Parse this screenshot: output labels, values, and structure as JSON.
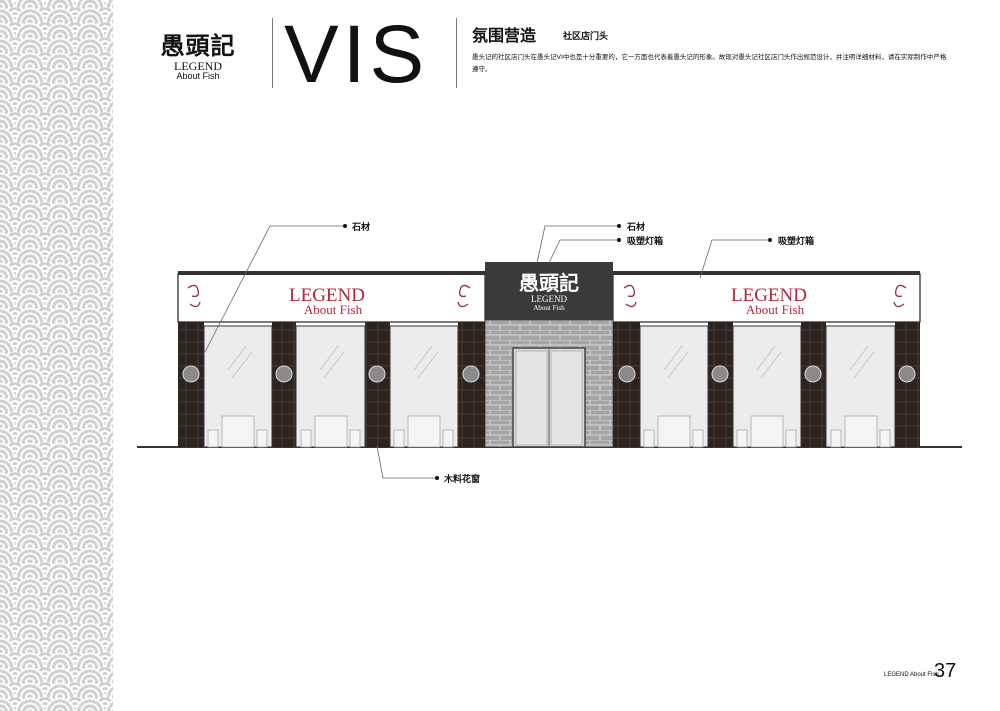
{
  "header": {
    "logo_cn": "愚頭記",
    "logo_en_line1": "LEGEND",
    "logo_en_line2": "About Fish",
    "main_title": "VIS",
    "section_title": "氛围营造",
    "section_subtitle": "社区店门头",
    "description": "愚头记的社区店门头在愚头记VI中也是十分重要的，它一方面也代表着愚头记的形象。故现对愚头记社区店门头作出规范设计，并注明详细材料，请在实际制作中严格遵守。"
  },
  "storefront": {
    "sign_logo_cn": "愚頭記",
    "sign_logo_en1": "LEGEND",
    "sign_logo_en2": "About Fish",
    "banner_text_line1": "LEGEND",
    "banner_text_line2": "About Fish",
    "colors": {
      "banner_text": "#b3263c",
      "pillar": "#2b221d",
      "brick": "#9a9a9a",
      "glass": "#e9e9e9"
    }
  },
  "callouts": {
    "stone_left": "石材",
    "stone_center": "石材",
    "lightbox_center": "吸塑灯箱",
    "lightbox_right": "吸塑灯箱",
    "wood_window": "木料花窗"
  },
  "footer": {
    "brand": "LEGEND About Fish",
    "page_number": "37"
  }
}
